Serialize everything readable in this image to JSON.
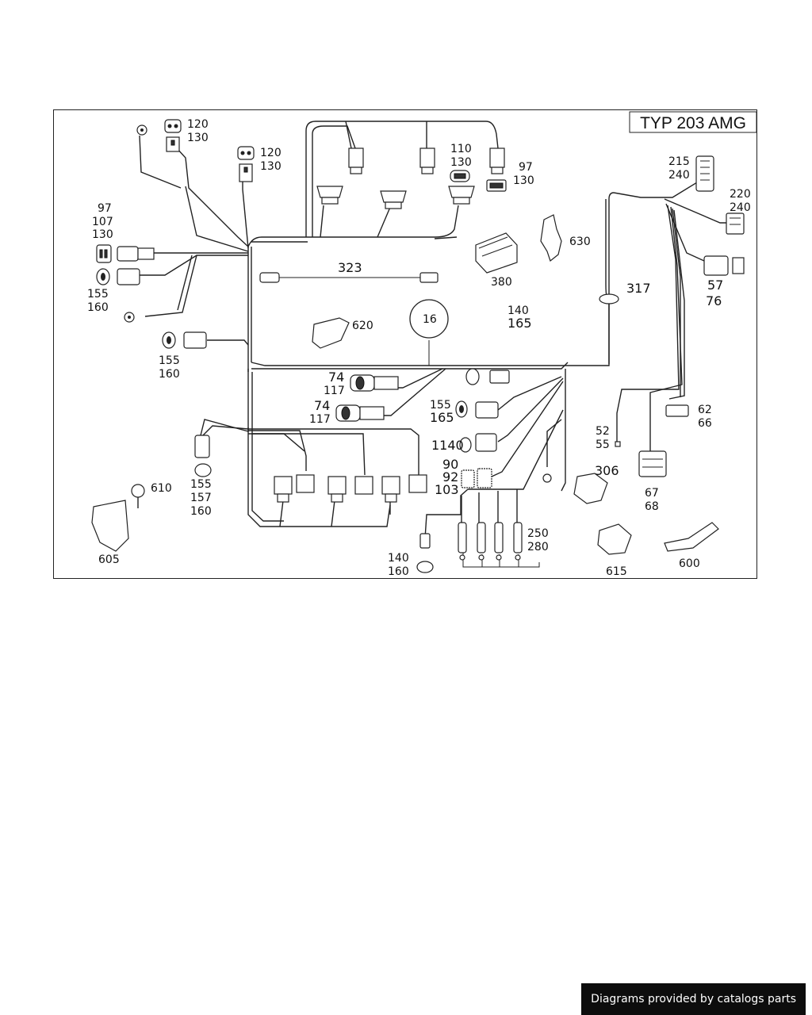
{
  "diagram": {
    "title": "TYP 203 AMG",
    "circle_label": "16",
    "labels": {
      "l120_130_a": [
        "120",
        "130"
      ],
      "l120_130_b": [
        "120",
        "130"
      ],
      "l97_107_130": [
        "97",
        "107",
        "130"
      ],
      "l155_160_a": [
        "155",
        "160"
      ],
      "l155_160_b": [
        "155",
        "160"
      ],
      "l323": "323",
      "l620": "620",
      "l110_130": [
        "110",
        "130"
      ],
      "l97_130": [
        "97",
        "130"
      ],
      "l380": "380",
      "l630": "630",
      "l215_240": [
        "215",
        "240"
      ],
      "l220_240": [
        "220",
        "240"
      ],
      "l57_76": [
        "57",
        "76"
      ],
      "l317": "317",
      "l140_165": [
        "140",
        "165"
      ],
      "l74_117_a": [
        "74",
        "117"
      ],
      "l74_117_b": [
        "74",
        "117"
      ],
      "l155_165": [
        "155",
        "165"
      ],
      "l1140": "1140",
      "l90_92_103": [
        "90",
        "92",
        "103"
      ],
      "l52_55": [
        "52",
        "55"
      ],
      "l62_66": [
        "62",
        "66"
      ],
      "l67_68": [
        "67",
        "68"
      ],
      "l306": "306",
      "l155_157_160": [
        "155",
        "157",
        "160"
      ],
      "l610": "610",
      "l605": "605",
      "l250_280": [
        "250",
        "280"
      ],
      "l140_160": [
        "140",
        "160"
      ],
      "l615": "615",
      "l600": "600"
    }
  },
  "footer": {
    "text": "Diagrams provided by catalogs parts"
  }
}
